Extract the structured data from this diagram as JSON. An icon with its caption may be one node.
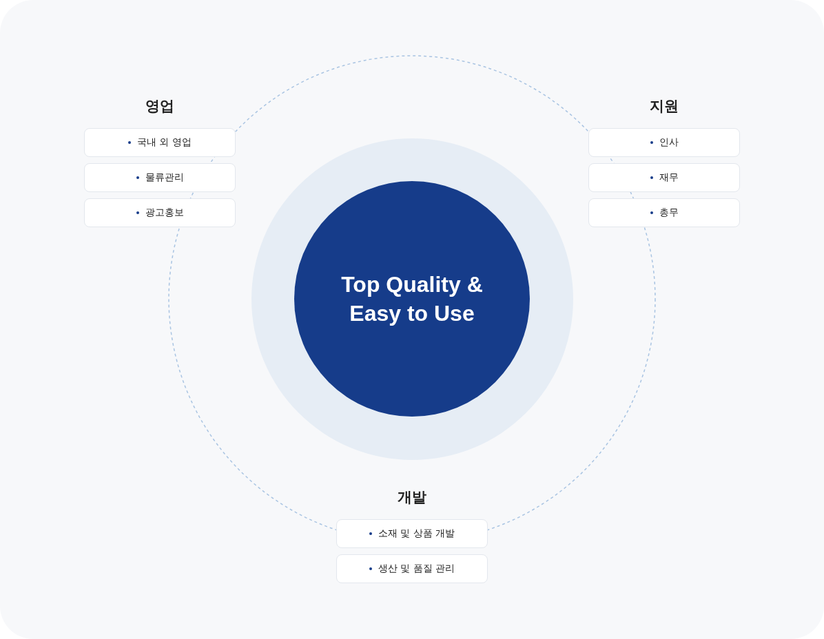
{
  "diagram": {
    "nodes": [
      {
        "text": [
          "Top Quality & Easy to Use"
        ]
      },
      {
        "text": [
          "국내 외 영업"
        ]
      },
      {
        "text": [
          "물류관리"
        ]
      },
      {
        "text": [
          "광고홍보"
        ]
      },
      {
        "text": [
          "인사"
        ]
      },
      {
        "text": [
          "재무"
        ]
      },
      {
        "text": [
          "총무"
        ]
      },
      {
        "text": [
          "소재 및 상품 개발"
        ]
      },
      {
        "text": [
          "생산 및 품질 관리"
        ]
      }
    ],
    "edges": [],
    "labels": [
      "영업",
      "지원",
      "개발"
    ]
  }
}
